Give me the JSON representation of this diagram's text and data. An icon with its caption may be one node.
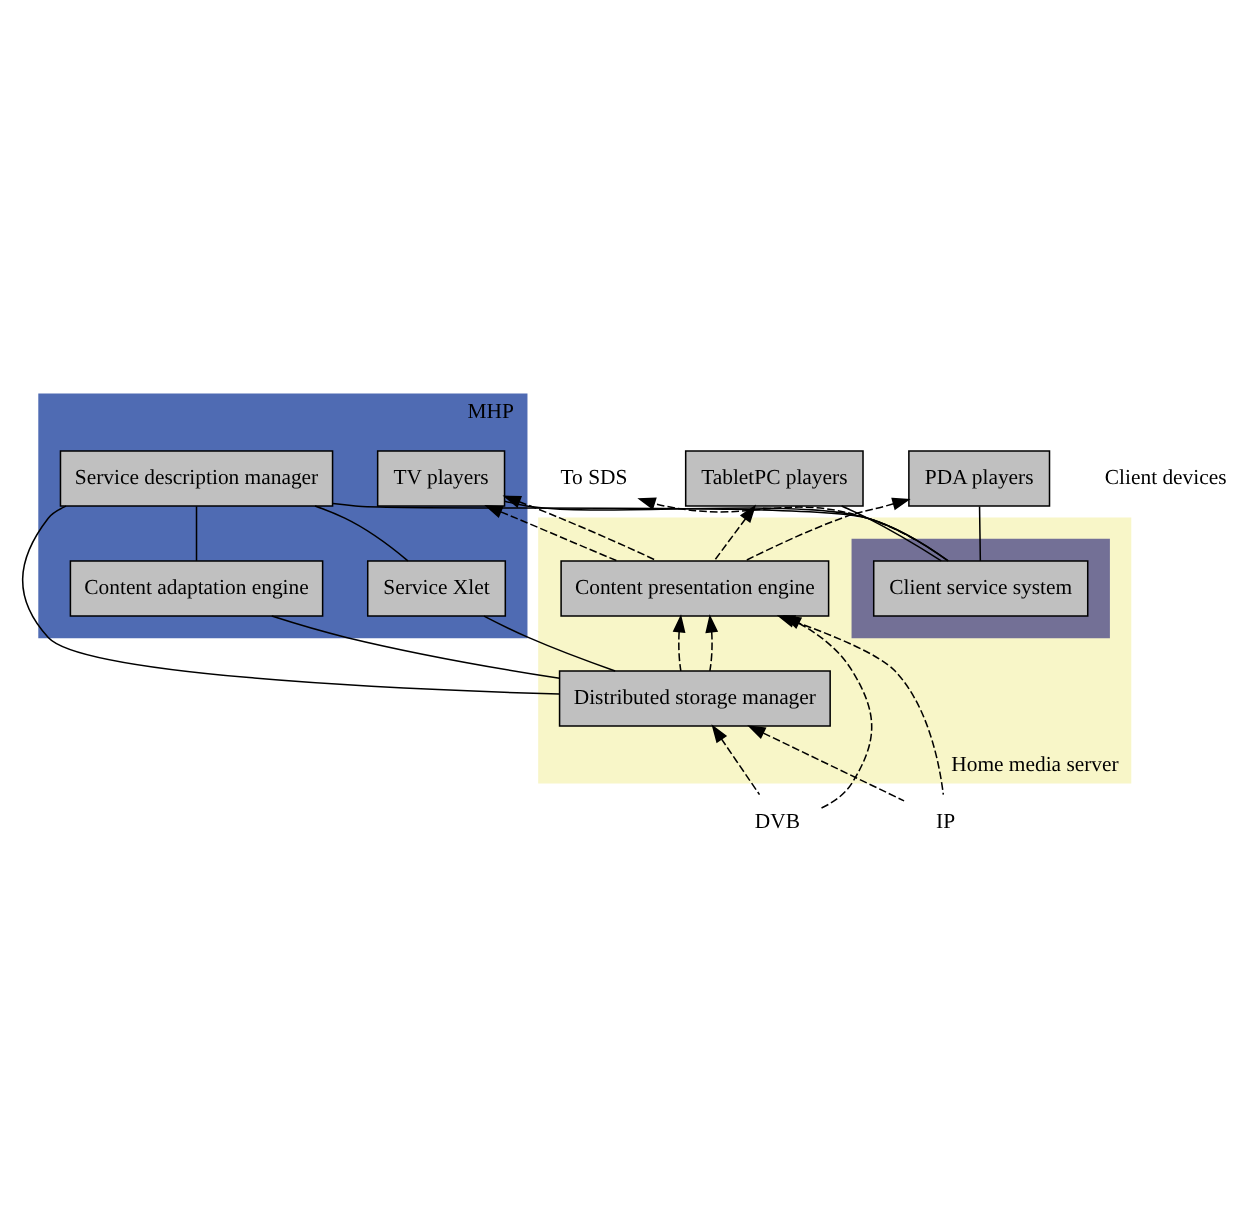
{
  "diagram": {
    "nodes": [
      {
        "text": [
          "Home media server"
        ]
      },
      {
        "text": [
          "MHP"
        ]
      },
      {
        "text": [],
        "shape": "box",
        "in": 0
      },
      {
        "text": [
          "TV players"
        ],
        "in": 1
      },
      {
        "text": [
          "TabletPC players"
        ]
      },
      {
        "text": [
          "PDA players"
        ]
      },
      {
        "text": [
          "Client service system"
        ],
        "in": 2
      },
      {
        "text": [
          "Content presentation engine"
        ],
        "in": 0
      },
      {
        "text": [
          "Service description manager"
        ],
        "in": 1
      },
      {
        "text": [
          "Content adaptation engine"
        ],
        "in": 1
      },
      {
        "text": [
          "Distributed storage manager"
        ],
        "in": 0
      },
      {
        "text": [
          "Service Xlet"
        ],
        "in": 1
      },
      {
        "text": [
          "IP"
        ]
      },
      {
        "text": [
          "DVB"
        ]
      },
      {
        "text": [
          "To SDS"
        ]
      }
    ],
    "edges": [
      {
        "from": 3,
        "to": 6,
        "arrow": "none"
      },
      {
        "from": 4,
        "to": 6,
        "arrow": "none"
      },
      {
        "from": 5,
        "to": 6,
        "arrow": "none"
      },
      {
        "from": 6,
        "to": 8,
        "arrow": "none"
      },
      {
        "from": 8,
        "to": 9,
        "arrow": "none"
      },
      {
        "from": 10,
        "to": 9,
        "arrow": "none"
      },
      {
        "from": 10,
        "to": 8,
        "arrow": "none"
      },
      {
        "from": 10,
        "to": 11,
        "arrow": "none"
      },
      {
        "from": 8,
        "to": 11,
        "arrow": "none"
      },
      {
        "from": 2,
        "to": 14,
        "arrow": "to",
        "style": "dashed"
      },
      {
        "from": 7,
        "to": 3,
        "arrow": "to",
        "style": "dashed"
      },
      {
        "from": 7,
        "to": 4,
        "arrow": "to",
        "style": "dashed"
      },
      {
        "from": 7,
        "to": 5,
        "arrow": "to",
        "style": "dashed"
      },
      {
        "from": 7,
        "to": 3,
        "arrow": "to",
        "style": "dashed"
      },
      {
        "from": 10,
        "to": 7,
        "arrow": "to",
        "style": "dashed"
      },
      {
        "from": 10,
        "to": 7,
        "arrow": "to",
        "style": "dashed"
      },
      {
        "from": 12,
        "to": 10,
        "arrow": "to",
        "style": "dashed"
      },
      {
        "from": 12,
        "to": 7,
        "arrow": "to",
        "style": "dashed"
      },
      {
        "from": 13,
        "to": 10,
        "arrow": "to",
        "style": "dashed"
      },
      {
        "from": 13,
        "to": 7,
        "arrow": "to",
        "style": "dashed"
      }
    ],
    "labels": [
      "Client devices"
    ]
  }
}
